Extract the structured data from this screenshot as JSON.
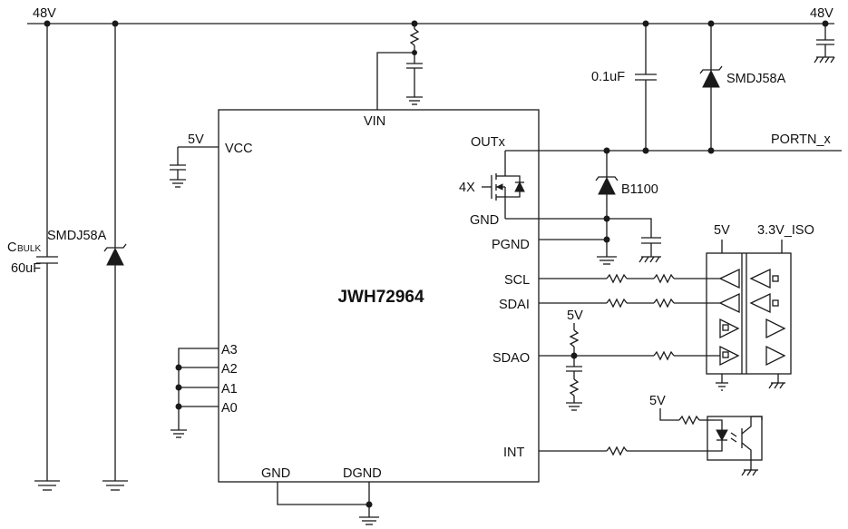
{
  "chip": {
    "name": "JWH72964"
  },
  "rails": {
    "left_48v": "48V",
    "right_48v": "48V",
    "vcc_5v": "5V",
    "pullup_5v": "5V",
    "iso_5v": "5V",
    "iso_3v3": "3.3V_ISO",
    "opto_5v": "5V"
  },
  "pins": {
    "vin": "VIN",
    "vcc": "VCC",
    "outx": "OUTx",
    "gnd_fet": "GND",
    "pgnd": "PGND",
    "scl": "SCL",
    "sdai": "SDAI",
    "sdao": "SDAO",
    "int": "INT",
    "a3": "A3",
    "a2": "A2",
    "a1": "A1",
    "a0": "A0",
    "gnd": "GND",
    "dgnd": "DGND"
  },
  "components": {
    "cbulk_prefix": "C",
    "cbulk_sub": "BULK",
    "cbulk_value": "60uF",
    "tvs_left": "SMDJ58A",
    "tvs_right": "SMDJ58A",
    "cap_port": "0.1uF",
    "diode": "B1100",
    "fet_count": "4X",
    "port": "PORTN_x"
  }
}
